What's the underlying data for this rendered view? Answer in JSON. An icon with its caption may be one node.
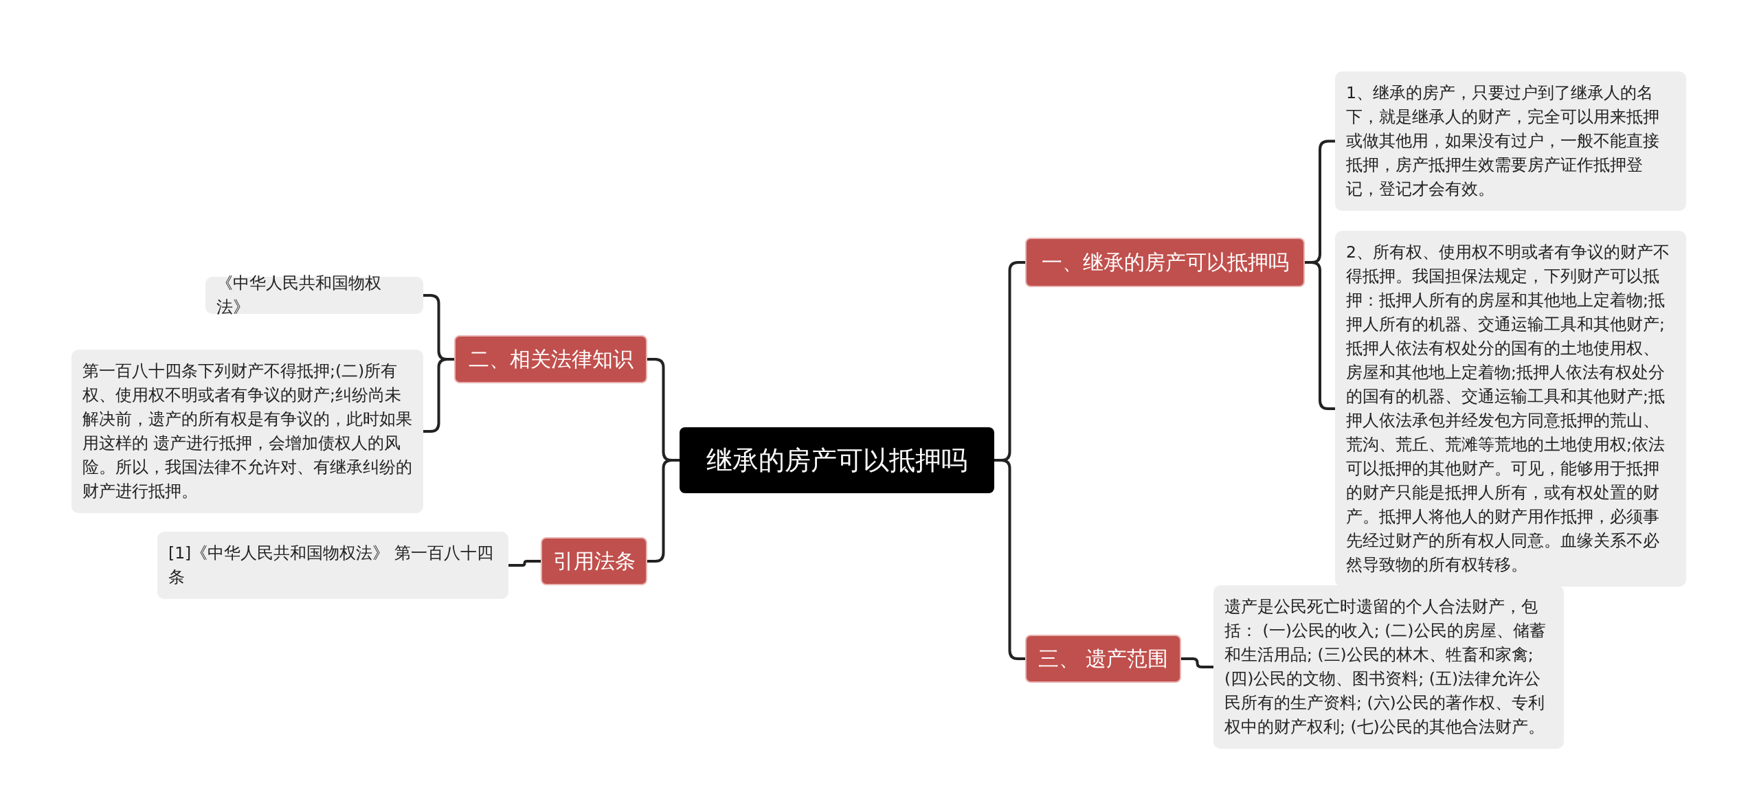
{
  "diagram": {
    "nodes": [
      {
        "text": [
          "继承的房产可以抵押吗"
        ]
      },
      {
        "text": [
          "一、继承的房产可以抵押吗"
        ]
      },
      {
        "text": [
          "1、继承的房产，只要过户到了继承人的名下，就是继承人的财产，完全可以用来抵押或做其他用，如果没有过户，一般不能直接抵押，房产抵押生效需要房产证作抵押登记，登记才会有效。"
        ]
      },
      {
        "text": [
          "2、所有权、使用权不明或者有争议的财产不得抵押。我国担保法规定，下列财产可以抵押：抵押人所有的房屋和其他地上定着物;抵押人所有的机器、交通运输工具和其他财产;抵押人依法有权处分的国有的土地使用权、房屋和其他地上定着物;抵押人依法有权处分的国有的机器、交通运输工具和其他财产;抵押人依法承包并经发包方同意抵押的荒山、荒沟、荒丘、荒滩等荒地的土地使用权;依法可以抵押的其他财产。可见，能够用于抵押的财产只能是抵押人所有，或有权处置的财产。抵押人将他人的财产用作抵押，必须事先经过财产的所有权人同意。血缘关系不必然导致物的所有权转移。"
        ]
      },
      {
        "text": [
          "三、 遗产范围"
        ]
      },
      {
        "text": [
          "遗产是公民死亡时遗留的个人合法财产，包括： (一)公民的收入; (二)公民的房屋、储蓄和生活用品; (三)公民的林木、牲畜和家禽; (四)公民的文物、图书资料; (五)法律允许公民所有的生产资料; (六)公民的著作权、专利权中的财产权利; (七)公民的其他合法财产。"
        ]
      },
      {
        "text": [
          "二、相关法律知识"
        ]
      },
      {
        "text": [
          "《中华人民共和国物权法》"
        ]
      },
      {
        "text": [
          "第一百八十四条下列财产不得抵押;(二)所有权、使用权不明或者有争议的财产;纠纷尚未解决前，遗产的所有权是有争议的，此时如果用这样的 遗产进行抵押，会增加债权人的风险。所以，我国法律不允许对、有继承纠纷的财产进行抵押。"
        ]
      },
      {
        "text": [
          "引用法条"
        ]
      },
      {
        "text": [
          "[1]《中华人民共和国物权法》 第一百八十四条"
        ]
      }
    ],
    "edges": [
      {
        "from": 0,
        "to": 1,
        "arrow": "none"
      },
      {
        "from": 1,
        "to": 2,
        "arrow": "none"
      },
      {
        "from": 1,
        "to": 3,
        "arrow": "none"
      },
      {
        "from": 0,
        "to": 4,
        "arrow": "none"
      },
      {
        "from": 4,
        "to": 5,
        "arrow": "none"
      },
      {
        "from": 0,
        "to": 6,
        "arrow": "none"
      },
      {
        "from": 6,
        "to": 7,
        "arrow": "none"
      },
      {
        "from": 6,
        "to": 8,
        "arrow": "none"
      },
      {
        "from": 0,
        "to": 9,
        "arrow": "none"
      },
      {
        "from": 9,
        "to": 10,
        "arrow": "none"
      }
    ]
  }
}
